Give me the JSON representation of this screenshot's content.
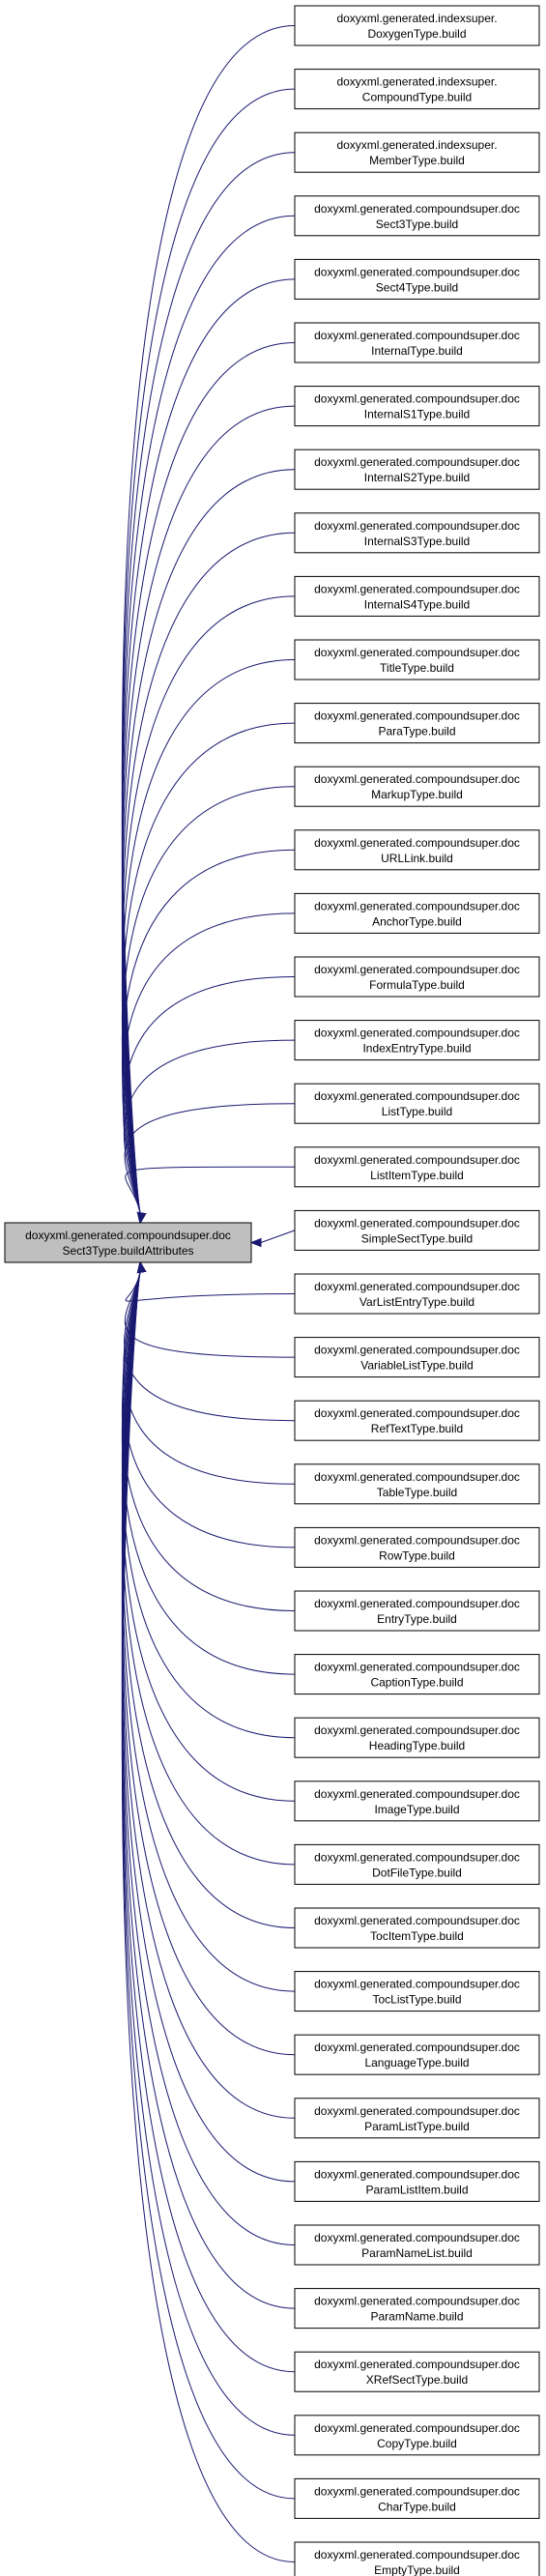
{
  "graph": {
    "edge_color": "#191970",
    "focus_fill": "#bfbfbf",
    "node_fill": "#ffffff",
    "focus": {
      "line1": "doxyxml.generated.compoundsuper.doc",
      "line2": "Sect3Type.buildAttributes"
    },
    "callers": [
      {
        "line1": "doxyxml.generated.indexsuper.",
        "line2": "DoxygenType.build"
      },
      {
        "line1": "doxyxml.generated.indexsuper.",
        "line2": "CompoundType.build"
      },
      {
        "line1": "doxyxml.generated.indexsuper.",
        "line2": "MemberType.build"
      },
      {
        "line1": "doxyxml.generated.compoundsuper.doc",
        "line2": "Sect3Type.build"
      },
      {
        "line1": "doxyxml.generated.compoundsuper.doc",
        "line2": "Sect4Type.build"
      },
      {
        "line1": "doxyxml.generated.compoundsuper.doc",
        "line2": "InternalType.build"
      },
      {
        "line1": "doxyxml.generated.compoundsuper.doc",
        "line2": "InternalS1Type.build"
      },
      {
        "line1": "doxyxml.generated.compoundsuper.doc",
        "line2": "InternalS2Type.build"
      },
      {
        "line1": "doxyxml.generated.compoundsuper.doc",
        "line2": "InternalS3Type.build"
      },
      {
        "line1": "doxyxml.generated.compoundsuper.doc",
        "line2": "InternalS4Type.build"
      },
      {
        "line1": "doxyxml.generated.compoundsuper.doc",
        "line2": "TitleType.build"
      },
      {
        "line1": "doxyxml.generated.compoundsuper.doc",
        "line2": "ParaType.build"
      },
      {
        "line1": "doxyxml.generated.compoundsuper.doc",
        "line2": "MarkupType.build"
      },
      {
        "line1": "doxyxml.generated.compoundsuper.doc",
        "line2": "URLLink.build"
      },
      {
        "line1": "doxyxml.generated.compoundsuper.doc",
        "line2": "AnchorType.build"
      },
      {
        "line1": "doxyxml.generated.compoundsuper.doc",
        "line2": "FormulaType.build"
      },
      {
        "line1": "doxyxml.generated.compoundsuper.doc",
        "line2": "IndexEntryType.build"
      },
      {
        "line1": "doxyxml.generated.compoundsuper.doc",
        "line2": "ListType.build"
      },
      {
        "line1": "doxyxml.generated.compoundsuper.doc",
        "line2": "ListItemType.build"
      },
      {
        "line1": "doxyxml.generated.compoundsuper.doc",
        "line2": "SimpleSectType.build"
      },
      {
        "line1": "doxyxml.generated.compoundsuper.doc",
        "line2": "VarListEntryType.build"
      },
      {
        "line1": "doxyxml.generated.compoundsuper.doc",
        "line2": "VariableListType.build"
      },
      {
        "line1": "doxyxml.generated.compoundsuper.doc",
        "line2": "RefTextType.build"
      },
      {
        "line1": "doxyxml.generated.compoundsuper.doc",
        "line2": "TableType.build"
      },
      {
        "line1": "doxyxml.generated.compoundsuper.doc",
        "line2": "RowType.build"
      },
      {
        "line1": "doxyxml.generated.compoundsuper.doc",
        "line2": "EntryType.build"
      },
      {
        "line1": "doxyxml.generated.compoundsuper.doc",
        "line2": "CaptionType.build"
      },
      {
        "line1": "doxyxml.generated.compoundsuper.doc",
        "line2": "HeadingType.build"
      },
      {
        "line1": "doxyxml.generated.compoundsuper.doc",
        "line2": "ImageType.build"
      },
      {
        "line1": "doxyxml.generated.compoundsuper.doc",
        "line2": "DotFileType.build"
      },
      {
        "line1": "doxyxml.generated.compoundsuper.doc",
        "line2": "TocItemType.build"
      },
      {
        "line1": "doxyxml.generated.compoundsuper.doc",
        "line2": "TocListType.build"
      },
      {
        "line1": "doxyxml.generated.compoundsuper.doc",
        "line2": "LanguageType.build"
      },
      {
        "line1": "doxyxml.generated.compoundsuper.doc",
        "line2": "ParamListType.build"
      },
      {
        "line1": "doxyxml.generated.compoundsuper.doc",
        "line2": "ParamListItem.build"
      },
      {
        "line1": "doxyxml.generated.compoundsuper.doc",
        "line2": "ParamNameList.build"
      },
      {
        "line1": "doxyxml.generated.compoundsuper.doc",
        "line2": "ParamName.build"
      },
      {
        "line1": "doxyxml.generated.compoundsuper.doc",
        "line2": "XRefSectType.build"
      },
      {
        "line1": "doxyxml.generated.compoundsuper.doc",
        "line2": "CopyType.build"
      },
      {
        "line1": "doxyxml.generated.compoundsuper.doc",
        "line2": "CharType.build"
      },
      {
        "line1": "doxyxml.generated.compoundsuper.doc",
        "line2": "EmptyType.build"
      }
    ]
  }
}
